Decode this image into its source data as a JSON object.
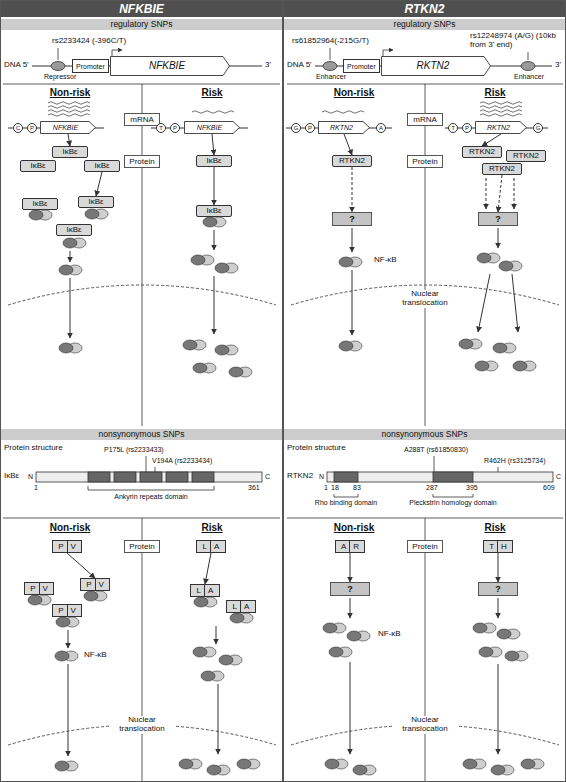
{
  "diagram": {
    "nodes": [
      {
        "text": [
          "NFKBIE"
        ]
      },
      {
        "text": [
          "RTKN2"
        ]
      },
      {
        "text": [
          "regulatory SNPs"
        ]
      },
      {
        "text": [
          "regulatory SNPs"
        ]
      },
      {
        "text": [
          "Promoter"
        ]
      },
      {
        "text": [
          "NFKBIE"
        ]
      },
      {
        "text": [
          "Promoter"
        ]
      },
      {
        "text": [
          "RKTN2"
        ]
      },
      {
        "text": [
          "C"
        ]
      },
      {
        "text": [
          "P"
        ]
      },
      {
        "text": [
          "NFKBIE"
        ]
      },
      {
        "text": [
          "mRNA"
        ]
      },
      {
        "text": [
          "T"
        ]
      },
      {
        "text": [
          "P"
        ]
      },
      {
        "text": [
          "NFKBIE"
        ]
      },
      {
        "text": [
          "G"
        ]
      },
      {
        "text": [
          "P"
        ]
      },
      {
        "text": [
          "RKTN2"
        ]
      },
      {
        "text": [
          "A"
        ]
      },
      {
        "text": [
          "mRNA"
        ]
      },
      {
        "text": [
          "T"
        ]
      },
      {
        "text": [
          "P"
        ]
      },
      {
        "text": [
          "RKTN2"
        ]
      },
      {
        "text": [
          "G"
        ]
      },
      {
        "text": [
          "IκBε"
        ]
      },
      {
        "text": [
          "IκBε"
        ]
      },
      {
        "text": [
          "IκBε"
        ]
      },
      {
        "text": [
          "Protein"
        ]
      },
      {
        "text": [
          "IκBε"
        ]
      },
      {
        "text": [
          "RTKN2"
        ]
      },
      {
        "text": [
          "Protein"
        ]
      },
      {
        "text": [
          "RTKN2"
        ]
      },
      {
        "text": [
          "RTKN2"
        ]
      },
      {
        "text": [
          "RTKN2"
        ]
      },
      {
        "text": [
          "IκBε"
        ]
      },
      {
        "text": [
          "IκBε"
        ]
      },
      {
        "text": [
          "IκBε"
        ]
      },
      {
        "text": [
          "IκBε"
        ]
      },
      {
        "text": [
          "?"
        ]
      },
      {
        "text": [
          "?"
        ]
      },
      {
        "text": [
          "nonsynonymous SNPs"
        ]
      },
      {
        "text": [
          "nonsynonymous SNPs"
        ]
      },
      {
        "text": [
          "P",
          "V"
        ]
      },
      {
        "text": [
          "Protein"
        ]
      },
      {
        "text": [
          "L",
          "A"
        ]
      },
      {
        "text": [
          "A",
          "R"
        ]
      },
      {
        "text": [
          "Protein"
        ]
      },
      {
        "text": [
          "T",
          "H"
        ]
      },
      {
        "text": [
          "P",
          "V"
        ]
      },
      {
        "text": [
          "P",
          "V"
        ]
      },
      {
        "text": [
          "P",
          "V"
        ]
      },
      {
        "text": [
          "L",
          "A"
        ]
      },
      {
        "text": [
          "L",
          "A"
        ]
      },
      {
        "text": [
          "?"
        ]
      },
      {
        "text": [
          "?"
        ]
      }
    ],
    "edges": [
      {
        "from": 10,
        "to": 24,
        "arrow": "to"
      },
      {
        "from": 14,
        "to": 28,
        "arrow": "to"
      },
      {
        "from": 17,
        "to": 29,
        "arrow": "to"
      },
      {
        "from": 22,
        "to": 31,
        "arrow": "to"
      },
      {
        "from": 29,
        "to": 38,
        "arrow": "to"
      },
      {
        "from": 33,
        "to": 39,
        "arrow": "to"
      },
      {
        "from": 26,
        "to": 35,
        "arrow": "to"
      },
      {
        "from": 28,
        "to": 37,
        "arrow": "to"
      },
      {
        "from": 42,
        "to": 49,
        "arrow": "to"
      },
      {
        "from": 44,
        "to": 51,
        "arrow": "to"
      },
      {
        "from": 45,
        "to": 53,
        "arrow": "to"
      },
      {
        "from": 47,
        "to": 54,
        "arrow": "to"
      }
    ],
    "labels": [
      "rs2233424 (-396C/T)",
      "DNA 5'",
      "3'",
      "Repressor",
      "rs61852964(-215G/T)",
      "rs12248974 (A/G) (10kb from 3' end)",
      "DNA 5'",
      "3'",
      "Enhancer",
      "Enhancer",
      "Non-risk",
      "Risk",
      "Non-risk",
      "Risk",
      "NF-κB",
      "Nuclear translocation",
      "Protein structure",
      "P175L (rs2233433)",
      "V194A (rs2233434)",
      "IκBε",
      "N",
      "C",
      "1",
      "361",
      "Ankyrin repeats domain",
      "Protein structure",
      "A288T (rs61850830)",
      "R462H (rs3125734)",
      "RTKN2",
      "N",
      "C",
      "1",
      "18",
      "83",
      "287",
      "395",
      "609",
      "Pleckstrin homology domain",
      "Rho binding domain",
      "Non-risk",
      "Risk",
      "Non-risk",
      "Risk",
      "NF-κB",
      "Nuclear translocation",
      "NF-κB",
      "Nuclear translocation"
    ]
  }
}
